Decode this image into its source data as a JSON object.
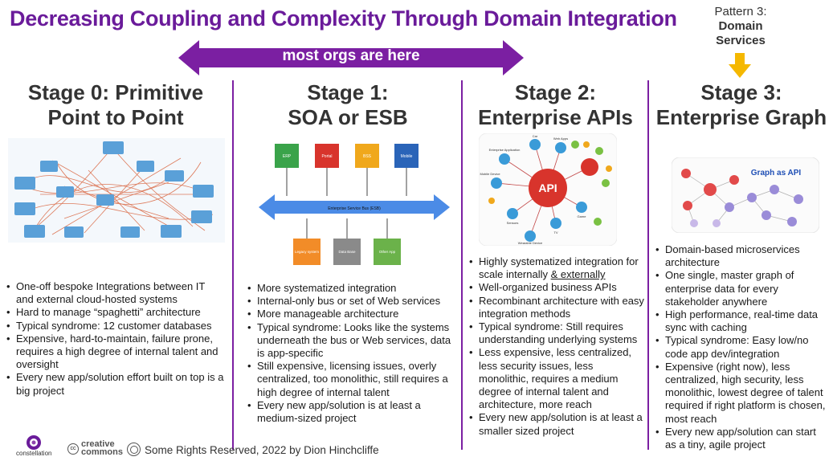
{
  "title": "Decreasing Coupling and Complexity Through Domain Integration",
  "pattern": {
    "line1": "Pattern 3:",
    "line2": "Domain",
    "line3": "Services"
  },
  "banner": "most orgs are here",
  "colors": {
    "purple": "#7b1fa2",
    "title_purple": "#6a1b9a",
    "arrow_orange": "#f5b800",
    "bus_blue": "#4b8be6"
  },
  "stages": [
    {
      "title_lines": [
        "Stage 0: Primitive",
        "Point to Point"
      ],
      "bullets": [
        "One-off bespoke Integrations between IT and external cloud-hosted systems",
        "Hard to manage “spaghetti” architecture",
        "Typical syndrome: 12 customer databases",
        "Expensive, hard-to-maintain, failure prone, requires a high degree of internal talent and oversight",
        "Every new app/solution effort built on top is a big project"
      ]
    },
    {
      "title_lines": [
        "Stage 1:",
        "SOA or ESB"
      ],
      "bullets": [
        "More systematized integration",
        "Internal-only bus or set of Web services",
        "More manageable architecture",
        "Typical syndrome: Looks like the systems underneath the bus or Web services, data is app-specific",
        "Still expensive, licensing issues, overly centralized, too monolithic, still requires a high degree of internal talent",
        "Every new app/solution is at least a medium-sized project"
      ]
    },
    {
      "title_lines": [
        "Stage 2:",
        "Enterprise APIs"
      ],
      "bullets": [
        "Highly systematized integration for scale internally ",
        "Well-organized business APIs",
        "Recombinant architecture with easy integration methods",
        "Typical syndrome: Still requires understanding underlying systems",
        "Less expensive, less centralized, less security issues, less monolithic, requires a medium degree of internal talent and architecture, more reach",
        "Every new app/solution is at least a smaller sized  project"
      ],
      "bullet0_underline": "& externally"
    },
    {
      "title_lines": [
        "Stage 3:",
        "Enterprise Graph"
      ],
      "bullets": [
        "Domain-based microservices architecture",
        "One single, master graph of enterprise data for every stakeholder anywhere",
        "High performance, real-time data sync with caching",
        "Typical syndrome: Easy low/no code app dev/integration",
        "Expensive (right now), less centralized, high security, less monolithic, lowest degree of talent required if right platform is chosen, most reach",
        "Every new app/solution can start as a tiny, agile project"
      ]
    }
  ],
  "esb": {
    "top_boxes": [
      {
        "label": "ERP",
        "color": "#3aa34a"
      },
      {
        "label": "Portal",
        "color": "#d8342c"
      },
      {
        "label": "BSS",
        "color": "#f0a81c"
      },
      {
        "label": "Mobile",
        "color": "#2a64b8"
      }
    ],
    "bus_label": "Enterprise Service Bus (ESB)",
    "bottom_boxes": [
      {
        "label": "Legacy system",
        "color": "#f28c28"
      },
      {
        "label": "Data Base",
        "color": "#8a8a8a"
      },
      {
        "label": "Other App",
        "color": "#6bb24a"
      }
    ]
  },
  "api": {
    "center": "API",
    "nodes": [
      "Car",
      "Web Apps",
      "Enterprise Application",
      "Mobile Device",
      "Sensors",
      "TV",
      "Game",
      "Wearable Device"
    ]
  },
  "graph": {
    "label": "Graph as API"
  },
  "footer": {
    "logo": "constellation",
    "cc_line1": "creative",
    "cc_line2": "commons",
    "rights": "Some Rights Reserved, 2022 by Dion Hinchcliffe"
  }
}
